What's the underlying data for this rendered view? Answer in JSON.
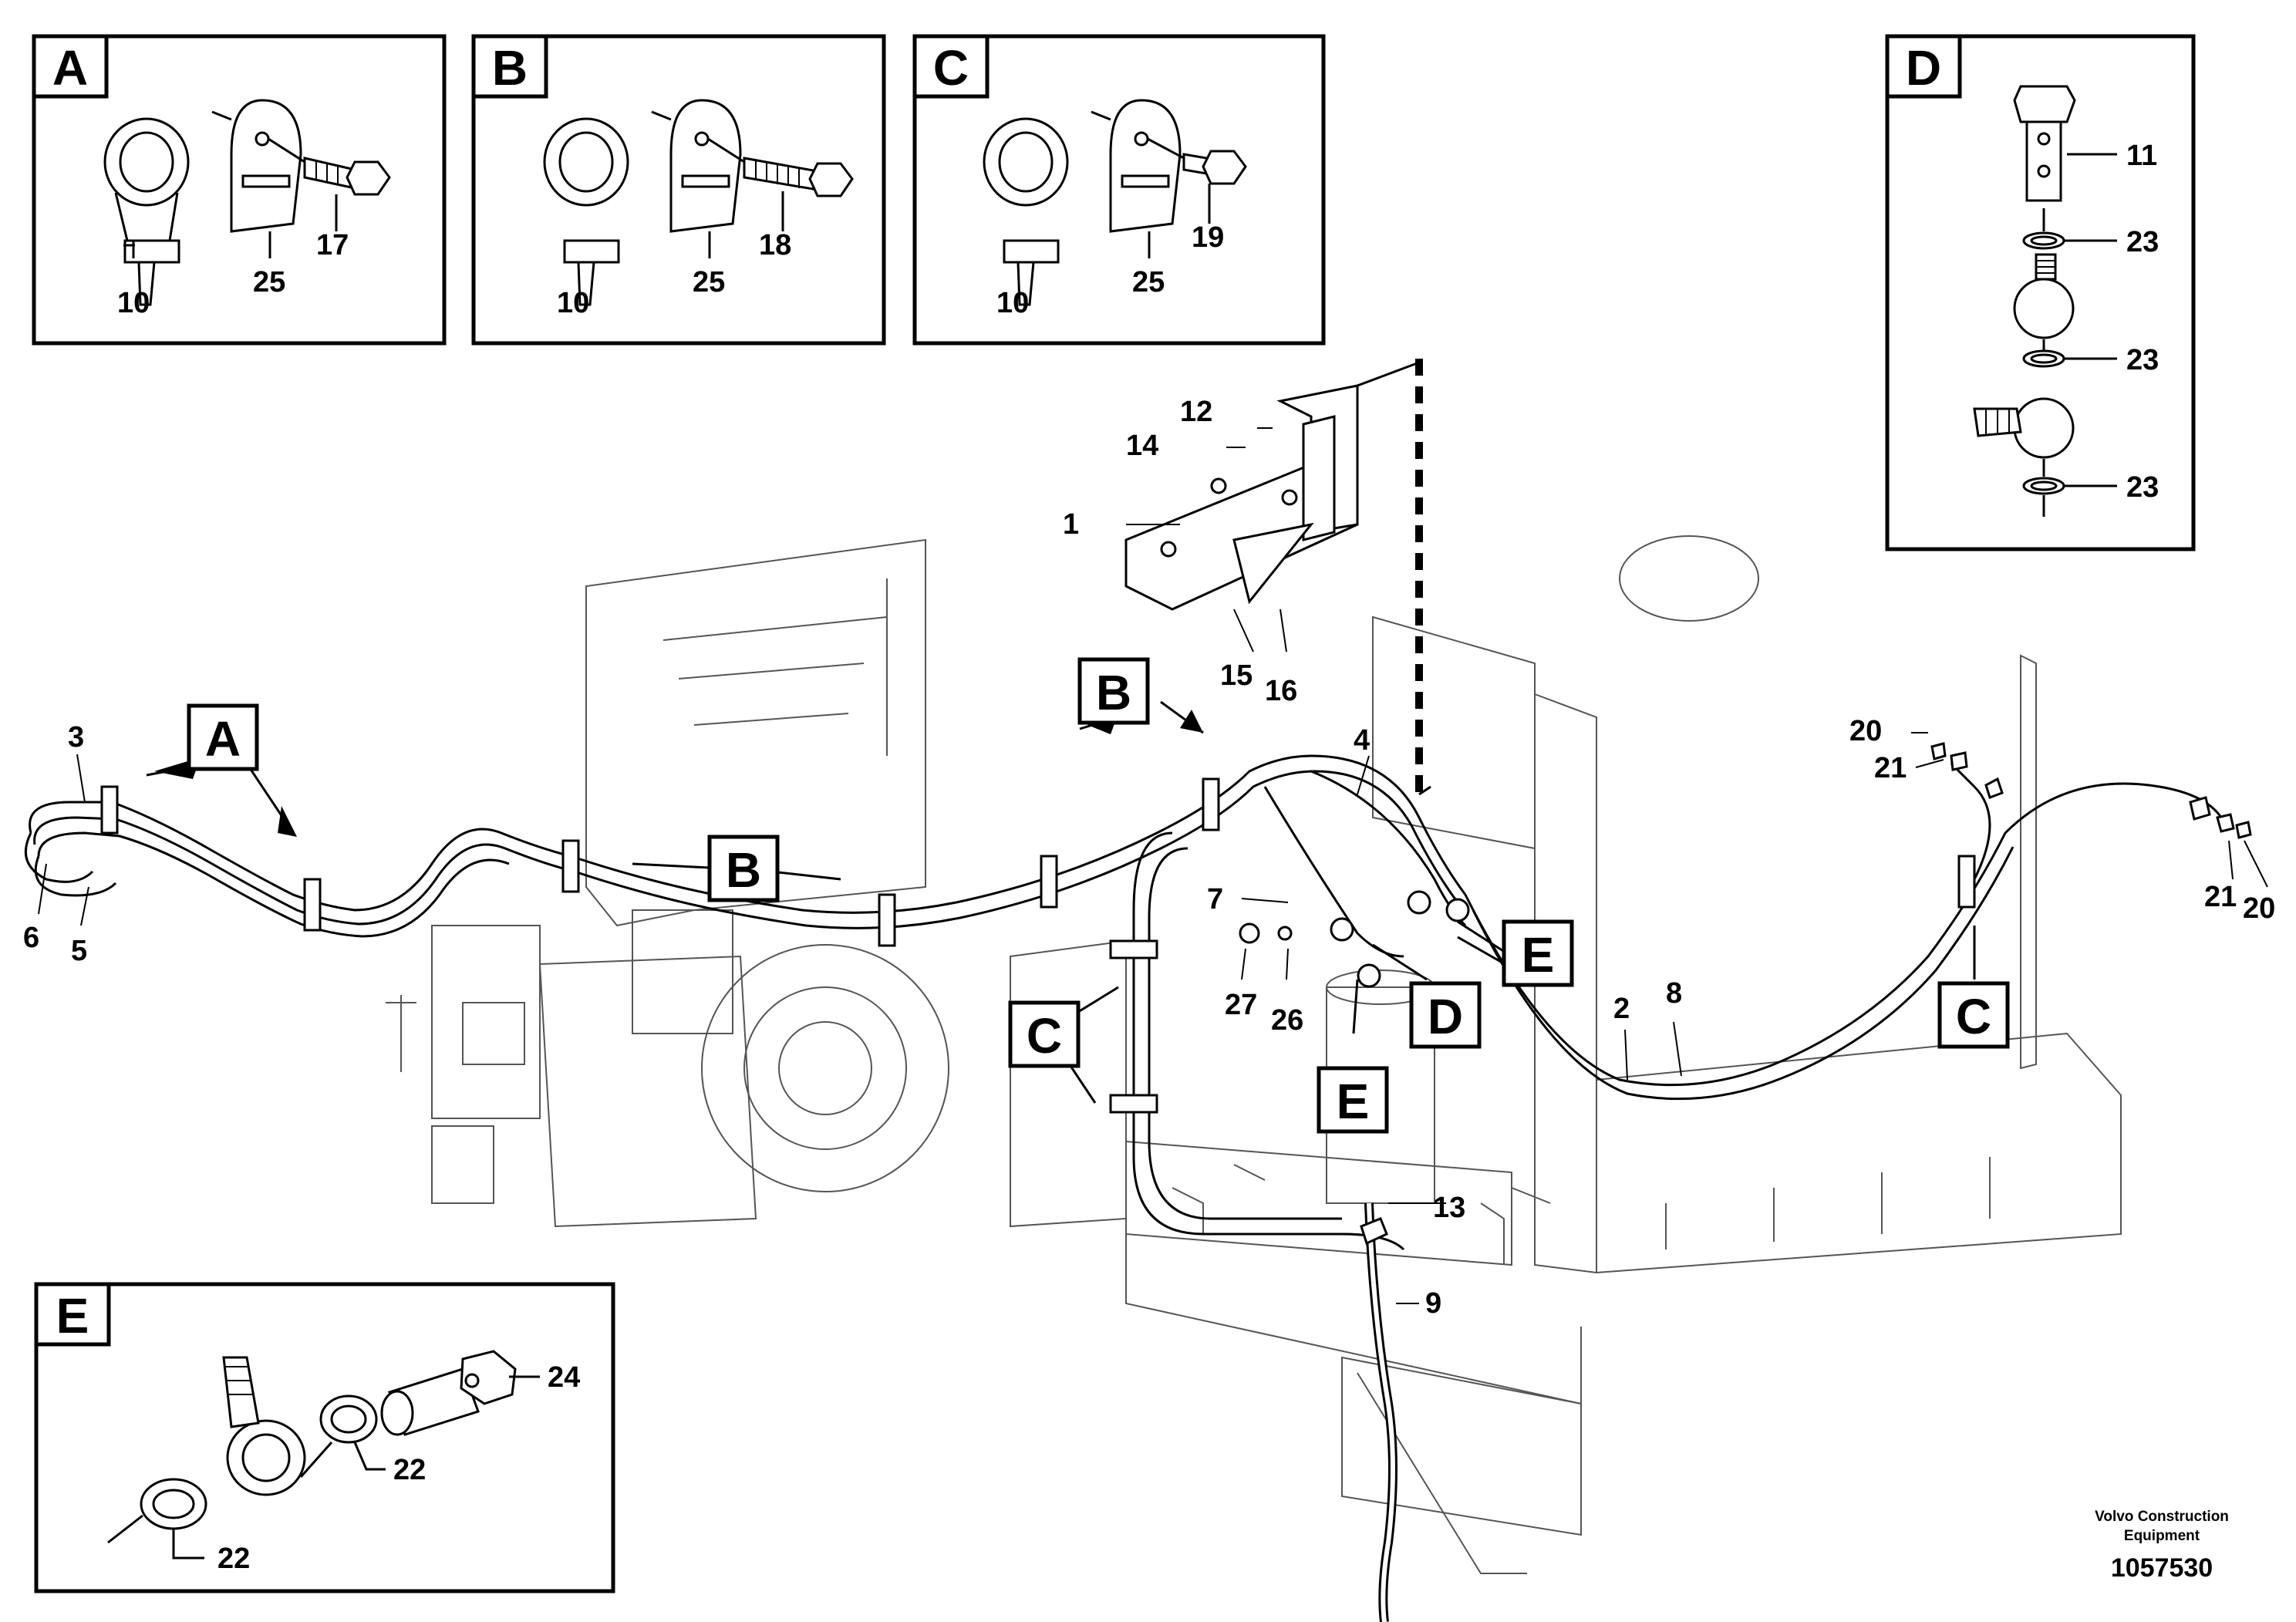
{
  "detail_boxes": [
    {
      "letter": "A",
      "labels": [
        "10",
        "25",
        "17"
      ]
    },
    {
      "letter": "B",
      "labels": [
        "10",
        "25",
        "18"
      ]
    },
    {
      "letter": "C",
      "labels": [
        "10",
        "25",
        "19"
      ]
    },
    {
      "letter": "D",
      "labels": [
        "11",
        "23",
        "23",
        "23"
      ]
    },
    {
      "letter": "E",
      "labels": [
        "24",
        "22",
        "22"
      ]
    }
  ],
  "main_labels": {
    "p1": "1",
    "p2": "2",
    "p3": "3",
    "p4": "4",
    "p5": "5",
    "p6": "6",
    "p7": "7",
    "p8": "8",
    "p9": "9",
    "p12": "12",
    "p13": "13",
    "p14": "14",
    "p15": "15",
    "p16": "16",
    "p20a": "20",
    "p20b": "20",
    "p21a": "21",
    "p21b": "21",
    "p26": "26",
    "p27": "27"
  },
  "callouts": [
    "A",
    "B",
    "B",
    "C",
    "C",
    "D",
    "E",
    "E"
  ],
  "credit": {
    "line1": "Volvo Construction",
    "line2": "Equipment"
  },
  "doc_number": "1057530"
}
